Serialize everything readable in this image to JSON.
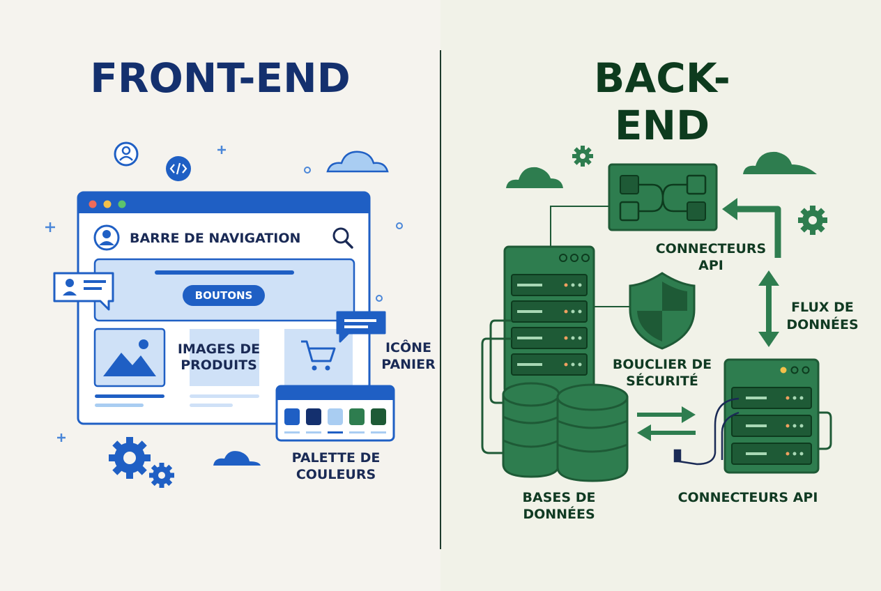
{
  "colors": {
    "front_blue": "#1f5fc4",
    "front_navy": "#14306e",
    "front_light": "#cfe1f7",
    "back_green": "#2e7d4f",
    "back_dark": "#1e5a36",
    "back_title": "#0d3b1e"
  },
  "front": {
    "title": "FRONT-END",
    "nav_label": "BARRE DE NAVIGATION",
    "button_label": "BOUTONS",
    "images_label_1": "IMAGES DE",
    "images_label_2": "PRODUITS",
    "cart_label_1": "ICÔNE",
    "cart_label_2": "PANIER",
    "palette_label_1": "PALETTE DE",
    "palette_label_2": "COULEURS",
    "palette_swatches": [
      "#1f5fc4",
      "#14306e",
      "#a9cdf2",
      "#2e7d4f",
      "#1e5a36"
    ],
    "icons": [
      "user-icon",
      "code-icon",
      "search-icon",
      "cart-icon",
      "image-icon",
      "chat-icon",
      "gear-icon",
      "cloud-icon"
    ]
  },
  "back": {
    "title": "BACK-END",
    "api_top_label_1": "CONNECTEURS",
    "api_top_label_2": "API",
    "flux_label_1": "FLUX DE",
    "flux_label_2": "DONNÉES",
    "shield_label_1": "BOUCLIER DE",
    "shield_label_2": "SÉCURITÉ",
    "db_label_1": "BASES DE",
    "db_label_2": "DONNÉES",
    "api_bottom_label": "CONNECTEURS API",
    "icons": [
      "server-icon",
      "database-icon",
      "shield-icon",
      "gear-icon",
      "cloud-icon",
      "network-icon",
      "cable-icon"
    ]
  }
}
